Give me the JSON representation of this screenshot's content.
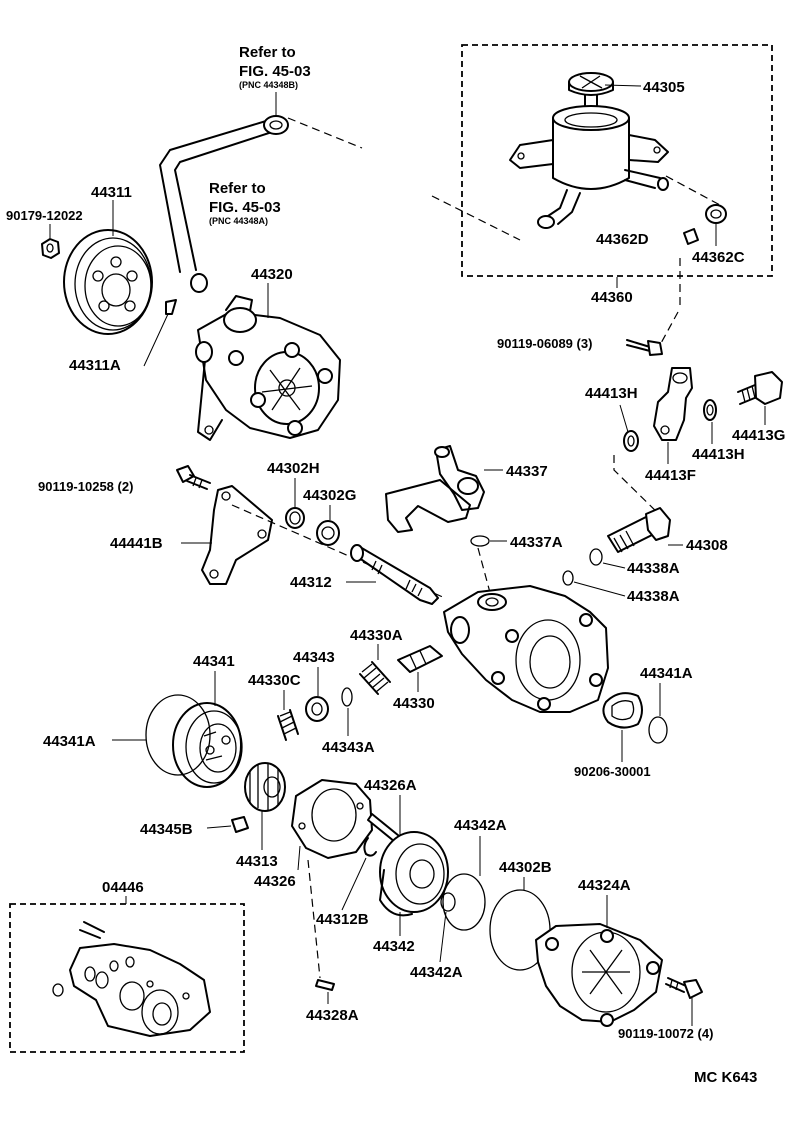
{
  "refs": {
    "ref1": {
      "line1": "Refer to",
      "line2": "FIG. 45-03",
      "line3": "(PNC 44348B)"
    },
    "ref2": {
      "line1": "Refer to",
      "line2": "FIG. 45-03",
      "line3": "(PNC 44348A)"
    }
  },
  "labels": {
    "p44305": "44305",
    "p44362D": "44362D",
    "p44362C": "44362C",
    "p44360": "44360",
    "p90119_06089": "90119-06089 (3)",
    "p44311": "44311",
    "p90179_12022": "90179-12022",
    "p44320": "44320",
    "p44311A": "44311A",
    "p44413H_a": "44413H",
    "p44413G": "44413G",
    "p44413H_b": "44413H",
    "p44413F": "44413F",
    "p90119_10258": "90119-10258 (2)",
    "p44302H": "44302H",
    "p44302G": "44302G",
    "p44337": "44337",
    "p44441B": "44441B",
    "p44337A": "44337A",
    "p44308": "44308",
    "p44338A_a": "44338A",
    "p44312": "44312",
    "p44338A_b": "44338A",
    "p44330A": "44330A",
    "p44341": "44341",
    "p44343": "44343",
    "p44330C": "44330C",
    "p44341A_r": "44341A",
    "p44330": "44330",
    "p44341A_l": "44341A",
    "p44343A": "44343A",
    "p90206_30001": "90206-30001",
    "p44326A": "44326A",
    "p44345B": "44345B",
    "p44342A_t": "44342A",
    "p44313": "44313",
    "p44326": "44326",
    "p44302B": "44302B",
    "p04446": "04446",
    "p44324A": "44324A",
    "p44312B": "44312B",
    "p44342": "44342",
    "p44342A_b": "44342A",
    "p44328A": "44328A",
    "p90119_10072": "90119-10072 (4)"
  },
  "footer": {
    "code": "MC  K643"
  }
}
